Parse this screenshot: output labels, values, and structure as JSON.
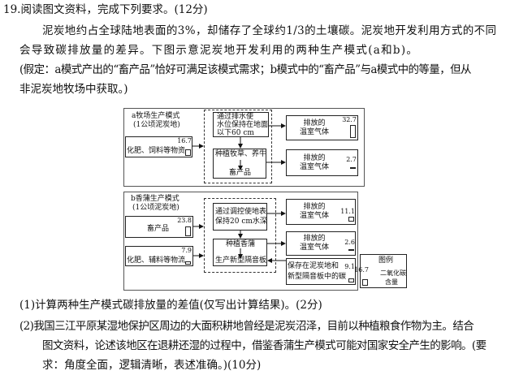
{
  "question": {
    "line1": "19.阅读图文资料，完成下列要求。(12分)",
    "line2": "泥炭地约占全球陆地表面的3%，却储存了全球约1/3的土壤碳。泥炭地开发利用方式的不同",
    "line3": "会导致碳排放量的差异。下图示意泥炭地开发利用的两种生产模式(a和b)。",
    "line4": "(假定：a模式产出的“畜产品”恰好可满足该模式需求；b模式中的“畜产品”与a模式中的等量，但从",
    "line5": "非泥炭地牧场中获取。)"
  },
  "diagram": {
    "a": {
      "title": "a牧场生产模式",
      "subtitle": "(1公顷泥炭地)",
      "input": {
        "label": "化肥、饲料等物资",
        "value": 16.7
      },
      "step1": [
        "通过排水使",
        "水位保持在地面",
        "以下60 cm"
      ],
      "step2": "种植牧草、养牛",
      "product": "畜产品",
      "out1": {
        "label": [
          "排放的",
          "温室气体"
        ],
        "value": 32.7
      },
      "out2": {
        "label": [
          "排放的",
          "温室气体"
        ],
        "value": 2.7
      }
    },
    "b": {
      "title": "b香蒲生产模式",
      "subtitle": "(1公顷泥炭地)",
      "input1": {
        "label": "畜产品",
        "value": 23.8
      },
      "input2": {
        "label": "化肥、辅料等物流",
        "value": 7.9
      },
      "step1": [
        "通过调控使地表",
        "保持20 cm水深"
      ],
      "step2": "种植香蒲",
      "product": "生产新型隔音板",
      "out1": {
        "label": [
          "排放的",
          "温室气体"
        ],
        "value": 11.1
      },
      "out2": {
        "label": [
          "排放的",
          "温室气体"
        ],
        "value": 2.6
      },
      "stored": {
        "label": [
          "保存在泥炭地和",
          "新型隔音板中的碳"
        ],
        "value": 9.1
      }
    },
    "legend": {
      "title": "图例",
      "value": 16.7,
      "label": [
        "二氧化碳",
        "含量"
      ]
    }
  },
  "tasks": {
    "q1": "(1)计算两种生产模式碳排放量的差值(仅写出计算结果)。(2分)",
    "q2_1": "(2)我国三江平原某湿地保护区周边的大面积耕地曾经是泥炭沼泽，目前以种植粮食作物为主。结合",
    "q2_2": "图文资料，论述该地区在退耕还湿的过程中，借鉴香蒲生产模式可能对国家安全产生的影响。(要",
    "q2_3": "求：角度全面，逻辑清晰，表述准确。)(10分)"
  }
}
